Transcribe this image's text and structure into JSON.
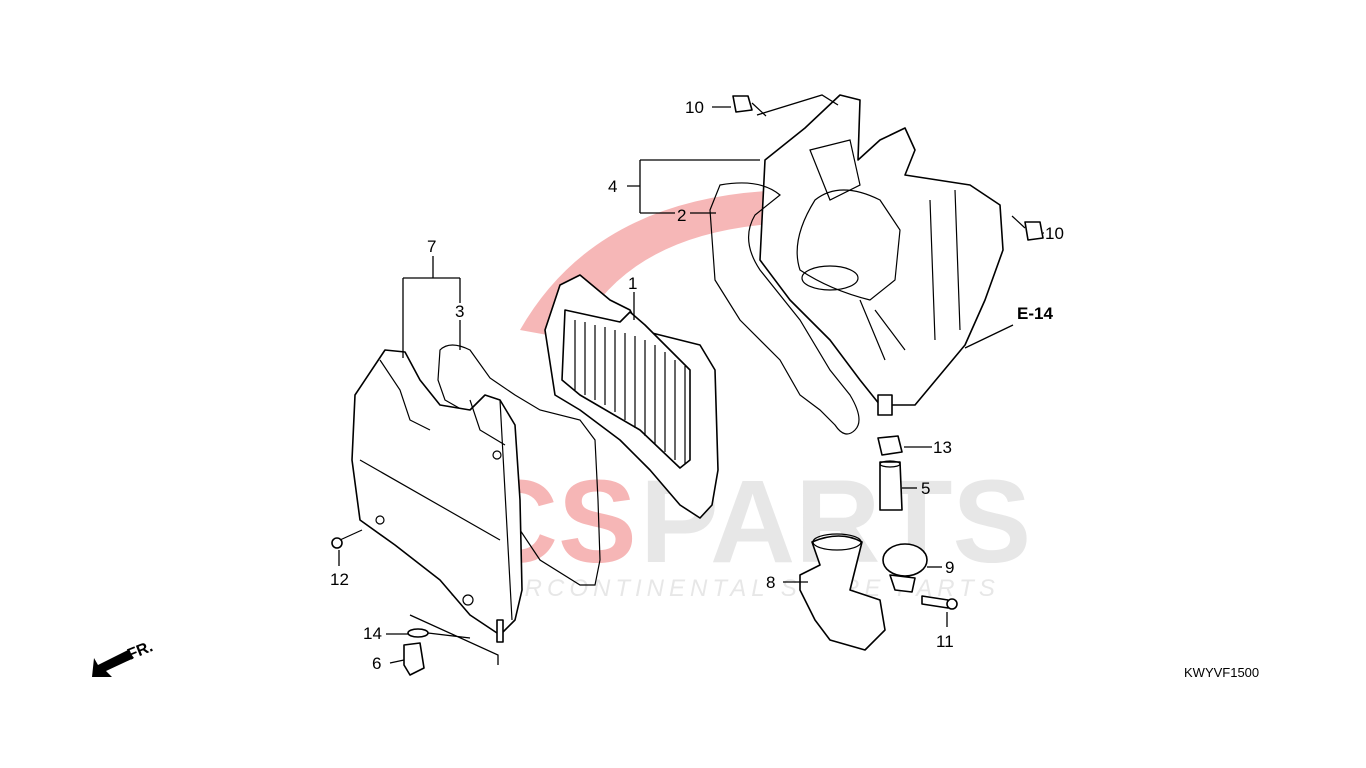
{
  "diagram": {
    "title": "Air cleaner parts diagram",
    "code": "KWYVF1500",
    "front_marker": "FR.",
    "reference": "E-14",
    "watermark": {
      "brand": "ICSPARTS",
      "tagline": "INTERCONTINENTAL SPARE PARTS",
      "accent_color": "#e63030",
      "gray_color": "#cccccc"
    },
    "callouts": [
      {
        "id": "10a",
        "label": "10"
      },
      {
        "id": "10b",
        "label": "10"
      },
      {
        "id": "4",
        "label": "4"
      },
      {
        "id": "2",
        "label": "2"
      },
      {
        "id": "1",
        "label": "1"
      },
      {
        "id": "7",
        "label": "7"
      },
      {
        "id": "3",
        "label": "3"
      },
      {
        "id": "13",
        "label": "13"
      },
      {
        "id": "5",
        "label": "5"
      },
      {
        "id": "9",
        "label": "9"
      },
      {
        "id": "8",
        "label": "8"
      },
      {
        "id": "11",
        "label": "11"
      },
      {
        "id": "12",
        "label": "12"
      },
      {
        "id": "14",
        "label": "14"
      },
      {
        "id": "6",
        "label": "6"
      }
    ]
  }
}
